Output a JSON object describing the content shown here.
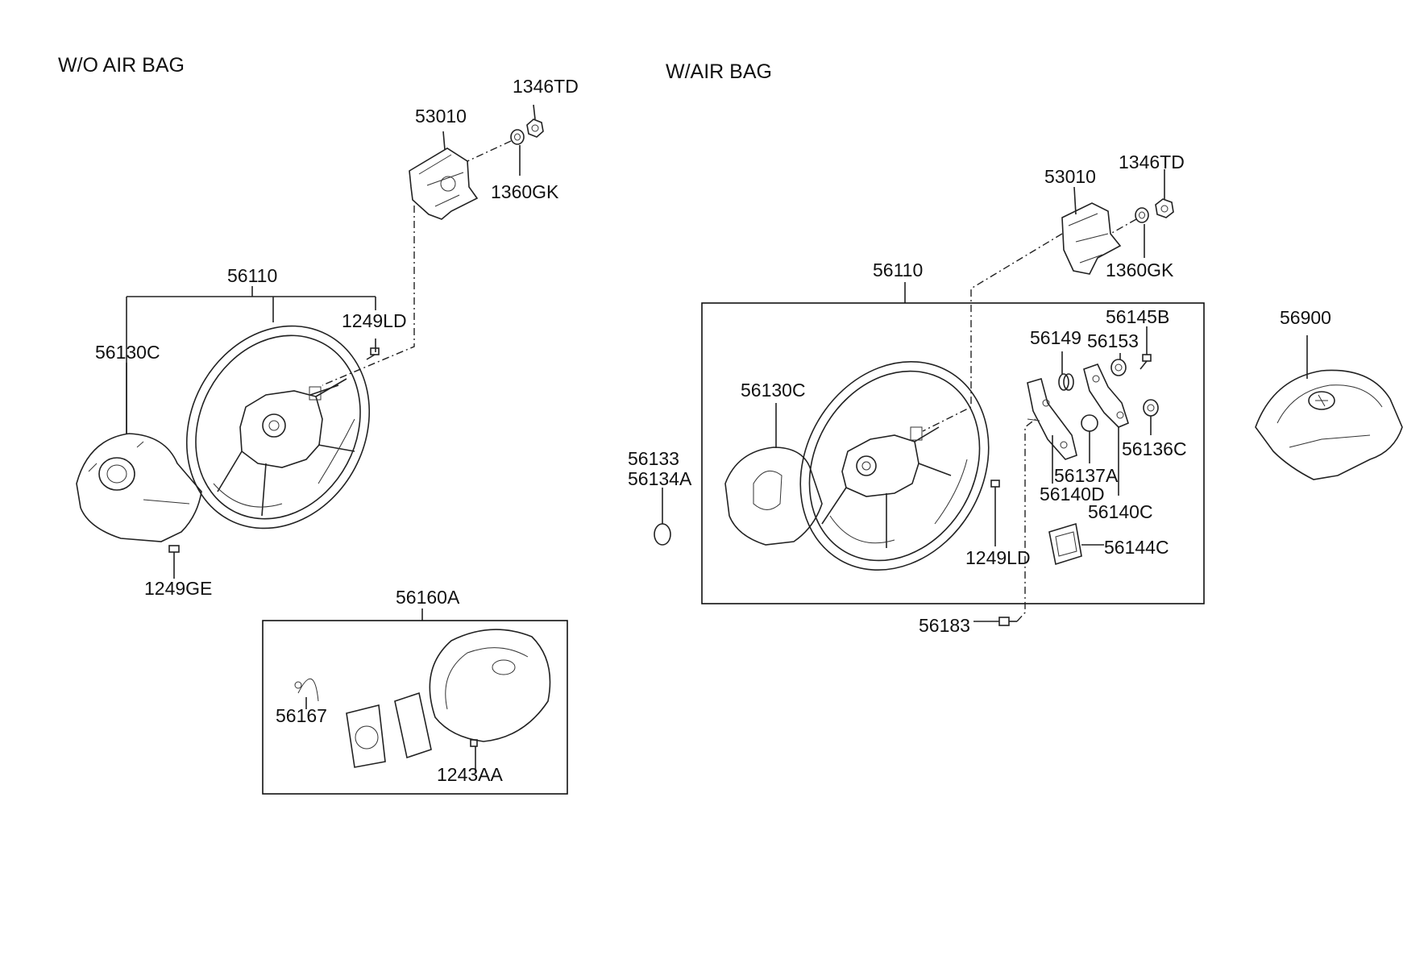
{
  "sections": {
    "left_title": "W/O AIR BAG",
    "right_title": "W/AIR BAG"
  },
  "left": {
    "p1346TD": "1346TD",
    "p53010": "53010",
    "p1360GK": "1360GK",
    "p56110": "56110",
    "p1249LD": "1249LD",
    "p56130C": "56130C",
    "p1249GE": "1249GE",
    "p56160A": "56160A",
    "p56167": "56167",
    "p1243AA": "1243AA"
  },
  "right": {
    "p1346TD": "1346TD",
    "p53010": "53010",
    "p1360GK": "1360GK",
    "p56110": "56110",
    "p56145B": "56145B",
    "p56149": "56149",
    "p56153": "56153",
    "p56900": "56900",
    "p56130C": "56130C",
    "p56133": "56133",
    "p56134A": "56134A",
    "p56136C": "56136C",
    "p56137A": "56137A",
    "p56140D": "56140D",
    "p56140C": "56140C",
    "p1249LD": "1249LD",
    "p56144C": "56144C",
    "p56183": "56183"
  }
}
